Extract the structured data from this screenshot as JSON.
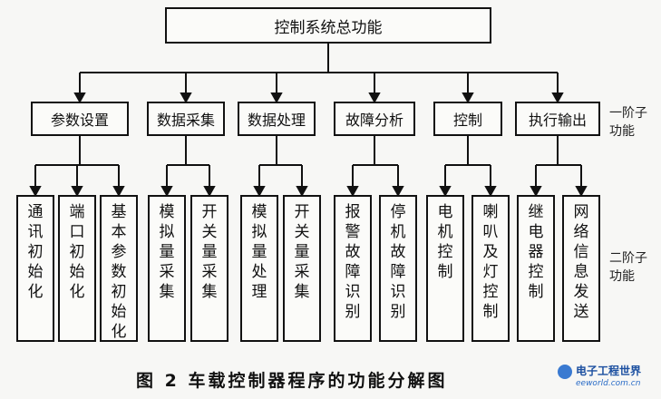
{
  "root": "控制系统总功能",
  "level1": [
    "参数设置",
    "数据采集",
    "数据处理",
    "故障分析",
    "控制",
    "执行输出"
  ],
  "level2": [
    [
      "通讯初始化",
      "端口初始化",
      "基本参数初始化"
    ],
    [
      "模拟量采集",
      "开关量采集"
    ],
    [
      "模拟量处理",
      "开关量采集"
    ],
    [
      "报警故障识别",
      "停机故障识别"
    ],
    [
      "电机控制",
      "喇叭及灯控制"
    ],
    [
      "继电器控制",
      "网络信息发送"
    ]
  ],
  "side_labels": {
    "level1": "一阶子功能",
    "level2": "二阶子功能"
  },
  "caption": "图 2   车载控制器程序的功能分解图",
  "logo": {
    "title": "电子工程世界",
    "url": "eeworld.com.cn"
  }
}
